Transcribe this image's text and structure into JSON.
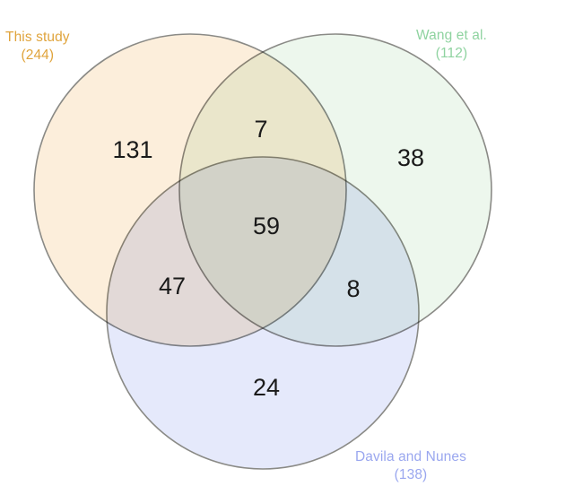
{
  "chart_data": {
    "type": "venn",
    "title": "",
    "sets": [
      {
        "id": "this_study",
        "name": "This study",
        "total": 244,
        "total_display": "(244)",
        "label_color": "#e0a43c",
        "fill_color": "#fceedb",
        "stroke_color": "#8a8a86"
      },
      {
        "id": "wang",
        "name": "Wang et al.",
        "total": 112,
        "total_display": "(112)",
        "label_color": "#8fd3a0",
        "fill_color": "#edf7ed",
        "stroke_color": "#8a8a86"
      },
      {
        "id": "davila_nunes",
        "name": "Davila and Nunes",
        "total": 138,
        "total_display": "(138)",
        "label_color": "#9aa7ef",
        "fill_color": "#e5e9fb",
        "stroke_color": "#8a8a86"
      }
    ],
    "regions": [
      {
        "id": "this_study_only",
        "label": "131",
        "value": 131,
        "members": [
          "this_study"
        ]
      },
      {
        "id": "this_study_wang",
        "label": "7",
        "value": 7,
        "members": [
          "this_study",
          "wang"
        ]
      },
      {
        "id": "wang_only",
        "label": "38",
        "value": 38,
        "members": [
          "wang"
        ]
      },
      {
        "id": "all_three",
        "label": "59",
        "value": 59,
        "members": [
          "this_study",
          "wang",
          "davila_nunes"
        ]
      },
      {
        "id": "this_study_davila",
        "label": "47",
        "value": 47,
        "members": [
          "this_study",
          "davila_nunes"
        ]
      },
      {
        "id": "wang_davila",
        "label": "8",
        "value": 8,
        "members": [
          "wang",
          "davila_nunes"
        ]
      },
      {
        "id": "davila_only",
        "label": "24",
        "value": 24,
        "members": [
          "davila_nunes"
        ]
      }
    ],
    "region_values": {
      "this_study_only": "131",
      "this_study_wang": "7",
      "wang_only": "38",
      "all_three": "59",
      "this_study_davila": "47",
      "wang_davila": "8",
      "davila_only": "24"
    },
    "labels": {
      "this_study_name": "This study",
      "this_study_count": "(244)",
      "wang_name": "Wang et al.",
      "wang_count": "(112)",
      "davila_name": "Davila and Nunes",
      "davila_count": "(138)"
    },
    "background_color": "#ffffff",
    "legend": "none"
  }
}
